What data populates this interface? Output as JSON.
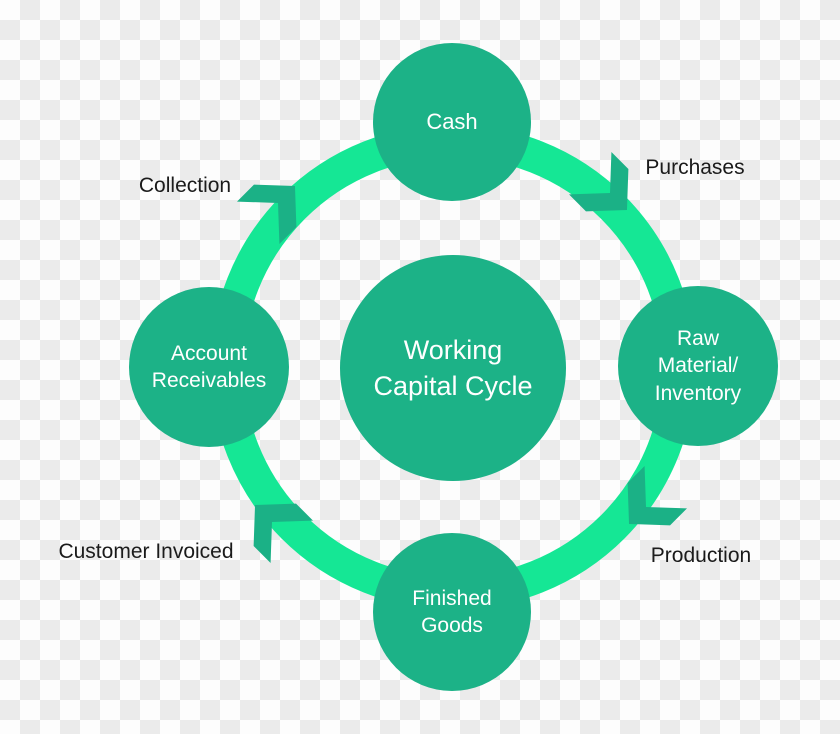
{
  "diagram": {
    "type": "cycle-diagram",
    "title": "Working Capital Cycle",
    "background": "transparency-checkerboard",
    "colors": {
      "node_fill": "#1cb287",
      "ring": "#15e795",
      "arrow": "#1bb186",
      "node_text": "#ffffff",
      "stage_text": "#1b1b1b",
      "checker_light": "#fdfdfd",
      "checker_gray": "#ebebeb"
    },
    "center": {
      "label": "Working Capital Cycle"
    },
    "nodes": [
      {
        "id": "cash",
        "position": "top",
        "label": "Cash"
      },
      {
        "id": "raw-material-inventory",
        "position": "right",
        "label": "Raw Material/ Inventory"
      },
      {
        "id": "finished-goods",
        "position": "bottom",
        "label": "Finished Goods"
      },
      {
        "id": "account-receivables",
        "position": "left",
        "label": "Account Receivables"
      }
    ],
    "stages": [
      {
        "id": "purchases",
        "position": "top-right",
        "label": "Purchases"
      },
      {
        "id": "production",
        "position": "bottom-right",
        "label": "Production"
      },
      {
        "id": "customer-invoiced",
        "position": "bottom-left",
        "label": "Customer Invoiced"
      },
      {
        "id": "collection",
        "position": "top-left",
        "label": "Collection"
      }
    ],
    "flow_direction": "clockwise"
  }
}
